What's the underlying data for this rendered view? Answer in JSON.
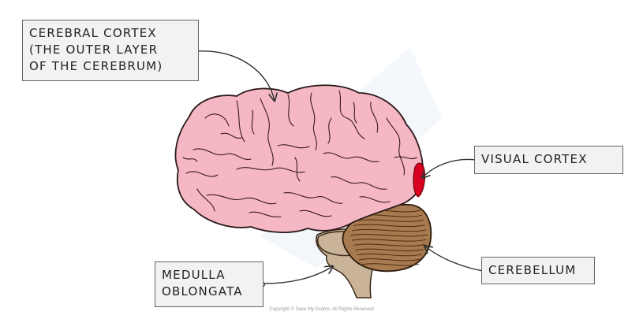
{
  "labels": {
    "cerebral_cortex": [
      "CEREBRAL CORTEX",
      "(THE OUTER LAYER",
      "OF THE CEREBRUM)"
    ],
    "visual_cortex": "VISUAL CORTEX",
    "cerebellum": "CEREBELLUM",
    "medulla_oblongata": [
      "MEDULLA",
      "OBLONGATA"
    ]
  },
  "footer": {
    "copyright": "Copyright © Save My Exams. All Rights Reserved"
  },
  "colors": {
    "cerebrum": "#f4b7c3",
    "visual_cortex": "#d8001e",
    "cerebellum": "#a87a4f",
    "brainstem": "#c9b49a",
    "label_bg": "#f2f2f2",
    "outline": "#2a1a1a"
  }
}
